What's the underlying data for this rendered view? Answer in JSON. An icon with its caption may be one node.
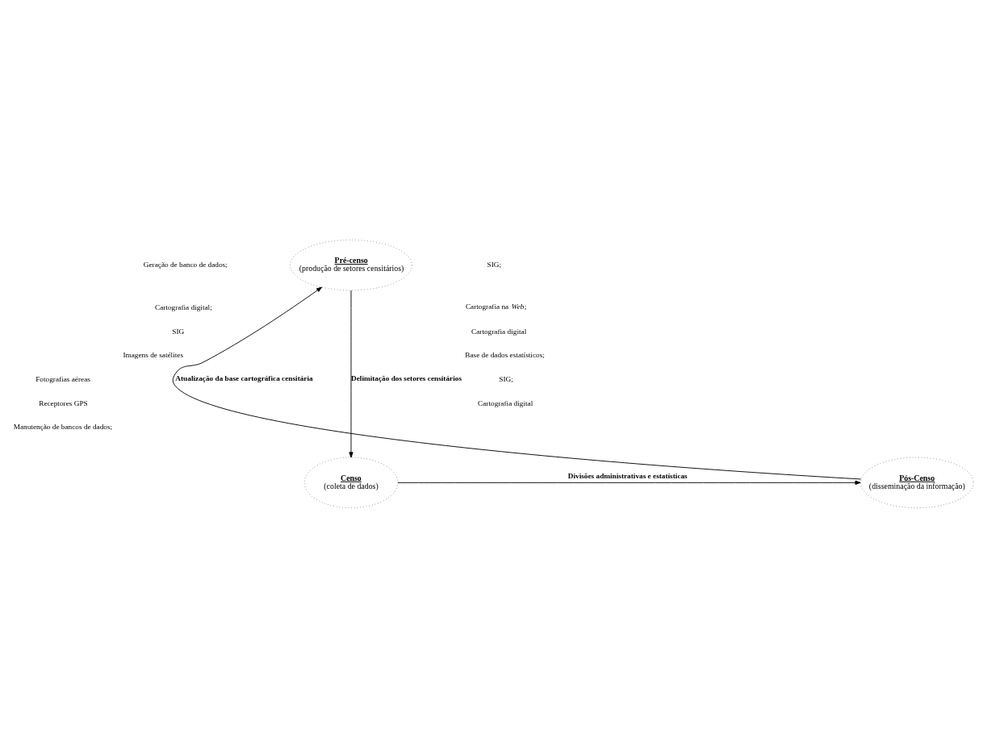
{
  "diagram": {
    "nodes": [
      {
        "text": [
          "Pré-censo",
          "(produção de setores censitários)"
        ]
      },
      {
        "text": [
          "Censo",
          "(coleta de dados)"
        ]
      },
      {
        "text": [
          "Pós-Censo",
          "(disseminação da informação)"
        ]
      }
    ],
    "edges": [
      {
        "from": 0,
        "to": 1,
        "arrow": "to",
        "label": "Delimitação dos setores censitários"
      },
      {
        "from": 1,
        "to": 2,
        "arrow": "to",
        "label": "Divisões administrativas e estatísticas"
      },
      {
        "from": 2,
        "to": 0,
        "arrow": "to",
        "label": "Atualização da base cartográfica censitária"
      }
    ],
    "labels": [
      "Geração de banco de dados;",
      "Cartografia digital;",
      "SIG",
      "Imagens de satélites",
      "Fotografias aéreas",
      "Receptores GPS",
      "Manutenção de bancos de dados;",
      "SIG;",
      "Cartografia na *Web*;",
      "Cartografia digital",
      "Base de dados estatísticos;",
      "SIG;",
      "Cartografia digital"
    ]
  }
}
